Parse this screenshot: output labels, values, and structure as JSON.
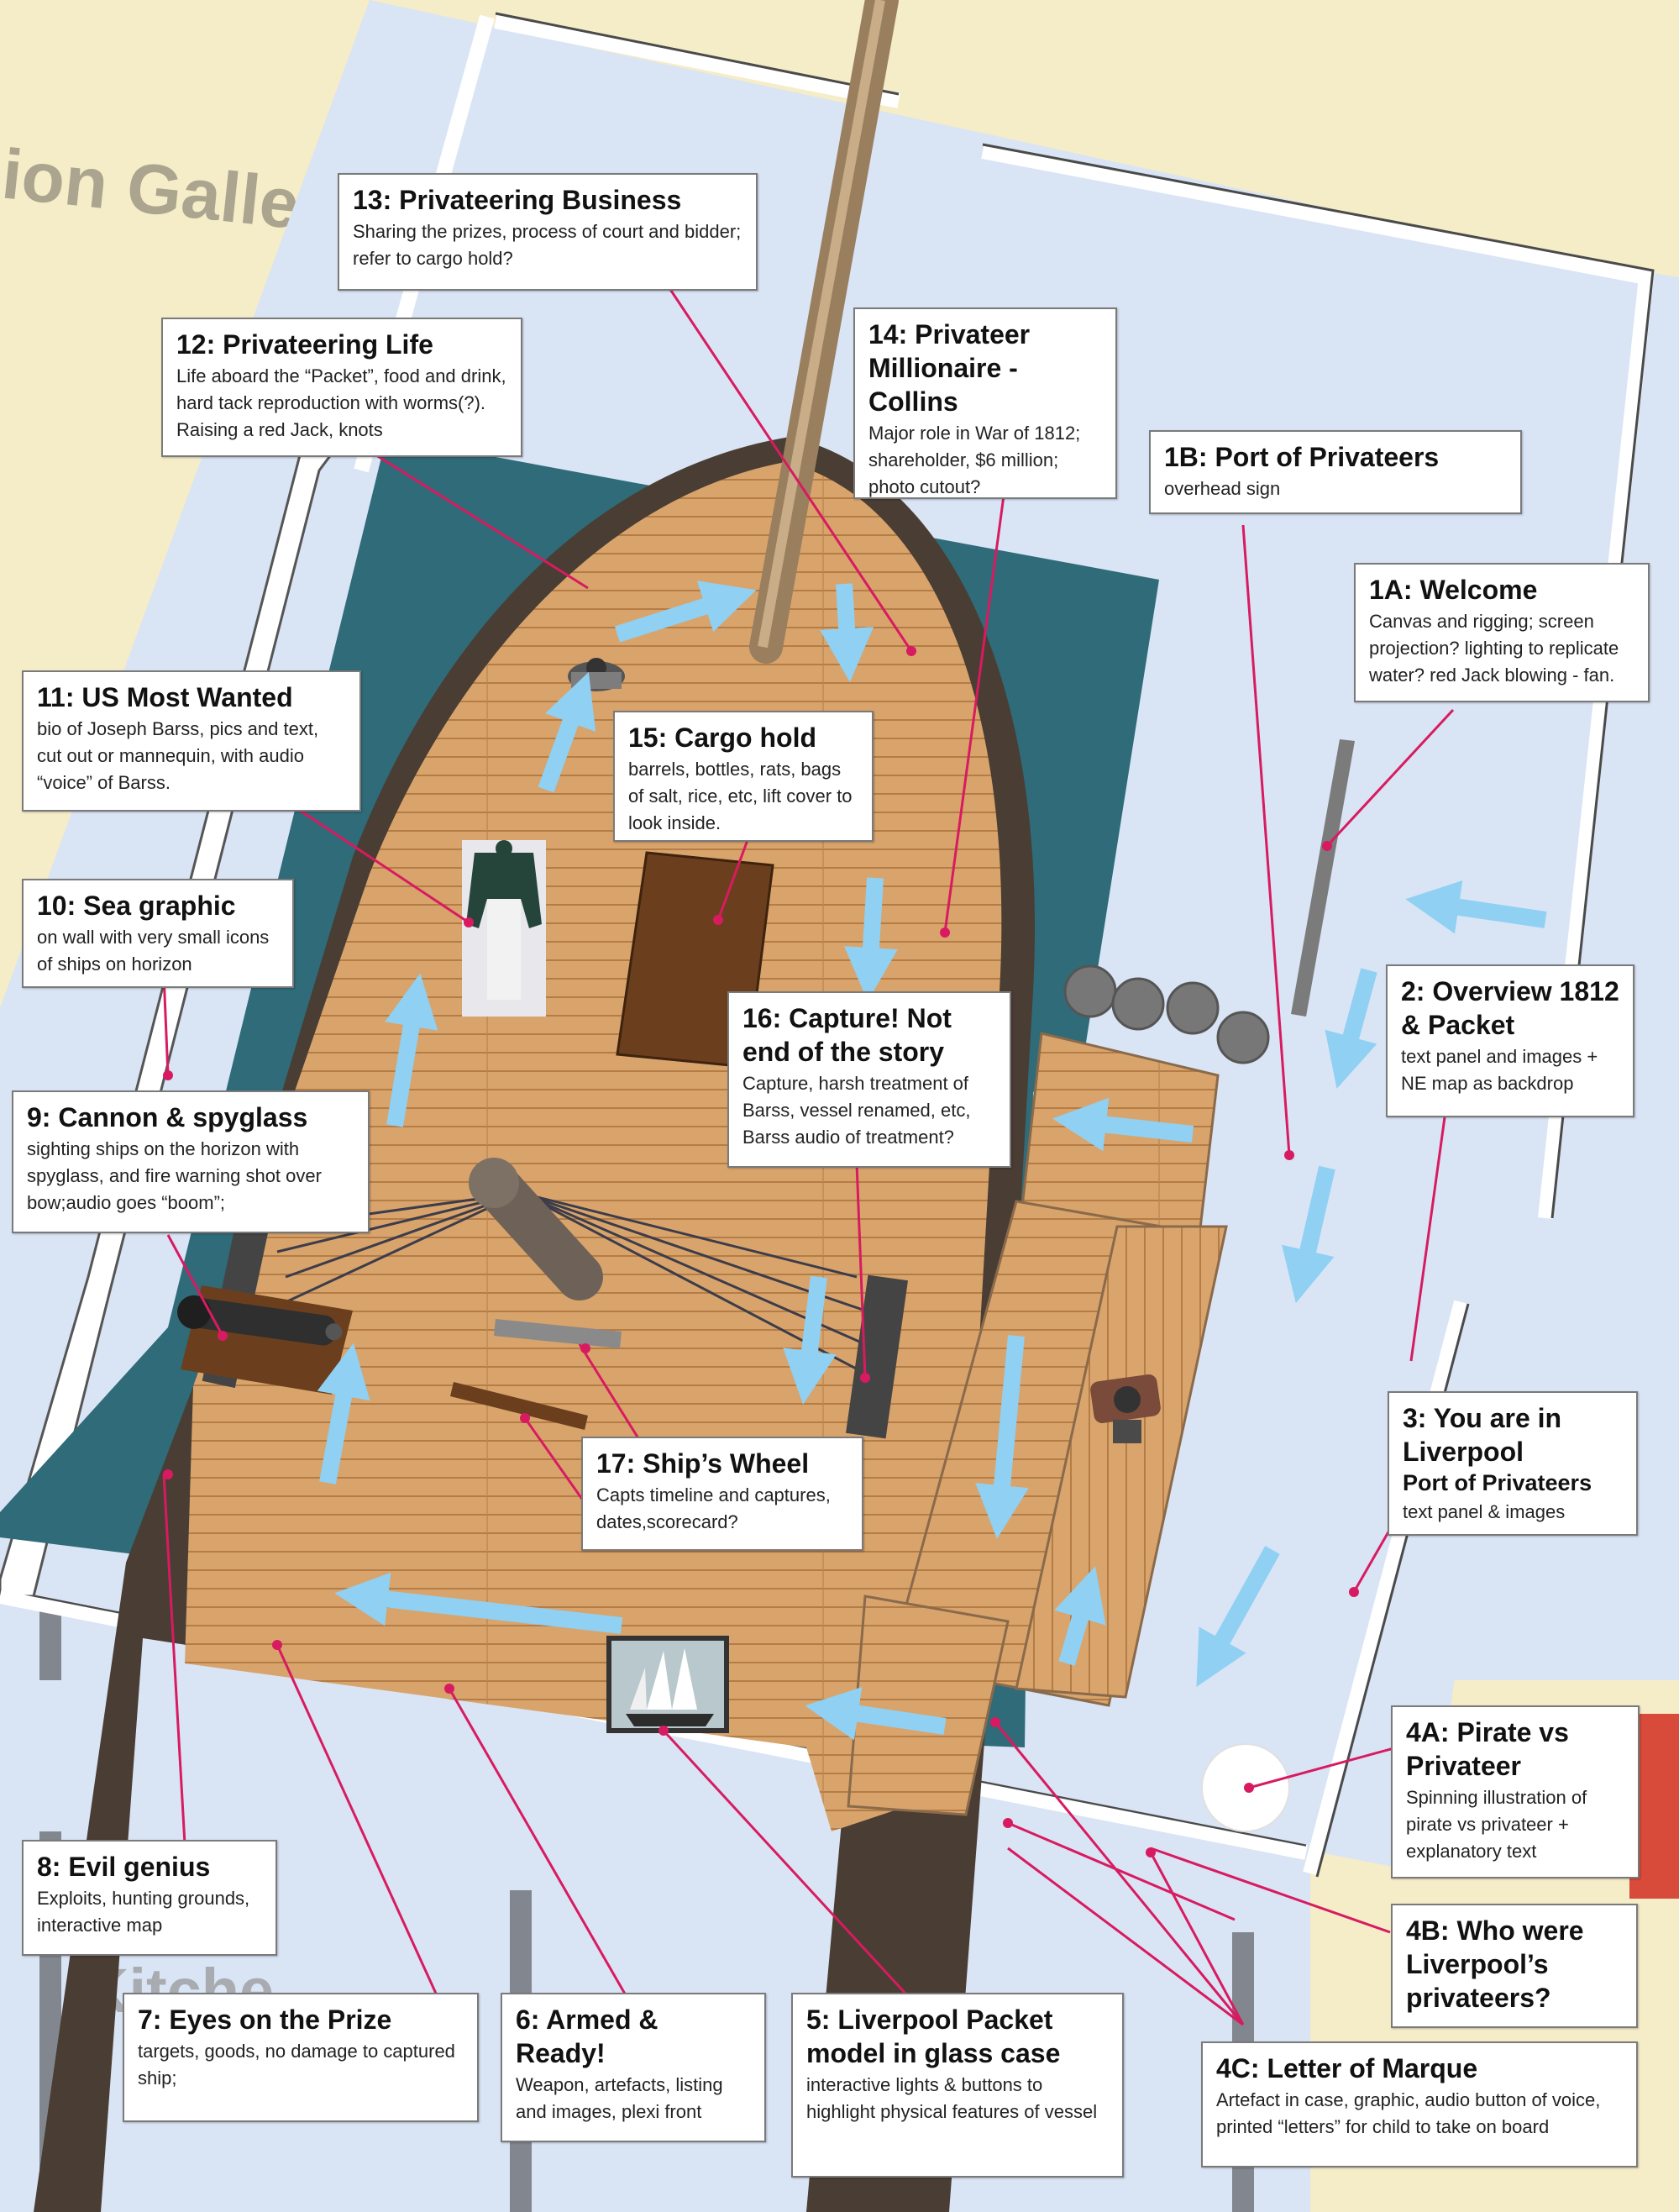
{
  "colors": {
    "floor": "#d9e4f5",
    "gallery_bg": "#f5ecc8",
    "water": "#2f6b78",
    "deck": "#d8a46c",
    "deck_line": "#a87342",
    "hull": "#4a3d33",
    "arrow": "#8fd0f3",
    "leader": "#d81b60",
    "cargo_hatch": "#6b3f1d"
  },
  "background_signs": {
    "gallery_top": "ion Gallery",
    "gallery_mid": "ery",
    "gallery_bottom": "Kitche"
  },
  "labels": [
    {
      "id": "13",
      "title": "13: Privateering Business",
      "desc": "Sharing the prizes, process of court and bidder; refer to cargo hold?"
    },
    {
      "id": "12",
      "title": "12: Privateering Life",
      "desc": "Life aboard the “Packet”, food and drink, hard tack reproduction with worms(?). Raising a red Jack, knots"
    },
    {
      "id": "14",
      "title": "14: Privateer Millionaire - Collins",
      "desc": "Major role in War of 1812; shareholder, $6 million; photo cutout?"
    },
    {
      "id": "1B",
      "title": "1B: Port of Privateers",
      "desc": "overhead sign"
    },
    {
      "id": "1A",
      "title": "1A: Welcome",
      "desc": "Canvas and rigging; screen projection? lighting to replicate water? red Jack blowing - fan."
    },
    {
      "id": "11",
      "title": "11: US Most Wanted",
      "desc": "bio of Joseph Barss, pics and text, cut out or mannequin, with audio “voice” of Barss."
    },
    {
      "id": "15",
      "title": "15: Cargo hold",
      "desc": "barrels, bottles, rats, bags of salt, rice, etc, lift cover to look inside."
    },
    {
      "id": "10",
      "title": "10: Sea graphic",
      "desc": "on wall with very small icons of ships on horizon"
    },
    {
      "id": "2",
      "title": "2: Overview 1812 & Packet",
      "desc": "text panel and images + NE map as backdrop"
    },
    {
      "id": "16",
      "title": "16: Capture! Not end of the story",
      "desc": "Capture, harsh treatment of Barss, vessel renamed, etc, Barss audio of treatment?"
    },
    {
      "id": "9",
      "title": "9: Cannon & spyglass",
      "desc": "sighting ships on the horizon with spyglass, and fire warning shot over bow;audio goes “boom”;"
    },
    {
      "id": "3",
      "title": "3: You are in Liverpool",
      "subtitle": "Port of Privateers",
      "desc": "text panel & images"
    },
    {
      "id": "17",
      "title": "17: Ship’s Wheel",
      "desc": "Capts timeline and captures, dates,scorecard?"
    },
    {
      "id": "4A",
      "title": "4A: Pirate vs Privateer",
      "desc": "Spinning illustration of pirate vs privateer + explanatory text"
    },
    {
      "id": "8",
      "title": "8: Evil genius",
      "desc": "Exploits, hunting grounds, interactive map"
    },
    {
      "id": "4B",
      "title": "4B: Who were Liverpool’s privateers?",
      "desc": ""
    },
    {
      "id": "7",
      "title": "7: Eyes on the Prize",
      "desc": "targets, goods, no damage to captured ship;"
    },
    {
      "id": "6",
      "title": "6: Armed & Ready!",
      "desc": "Weapon, artefacts, listing and images, plexi front"
    },
    {
      "id": "5",
      "title": "5: Liverpool Packet model in glass case",
      "desc": "interactive lights & buttons to highlight physical features of vessel"
    },
    {
      "id": "4C",
      "title": "4C: Letter of Marque",
      "desc": "Artefact in case, graphic, audio button of voice, printed “letters” for child to take on board"
    }
  ]
}
